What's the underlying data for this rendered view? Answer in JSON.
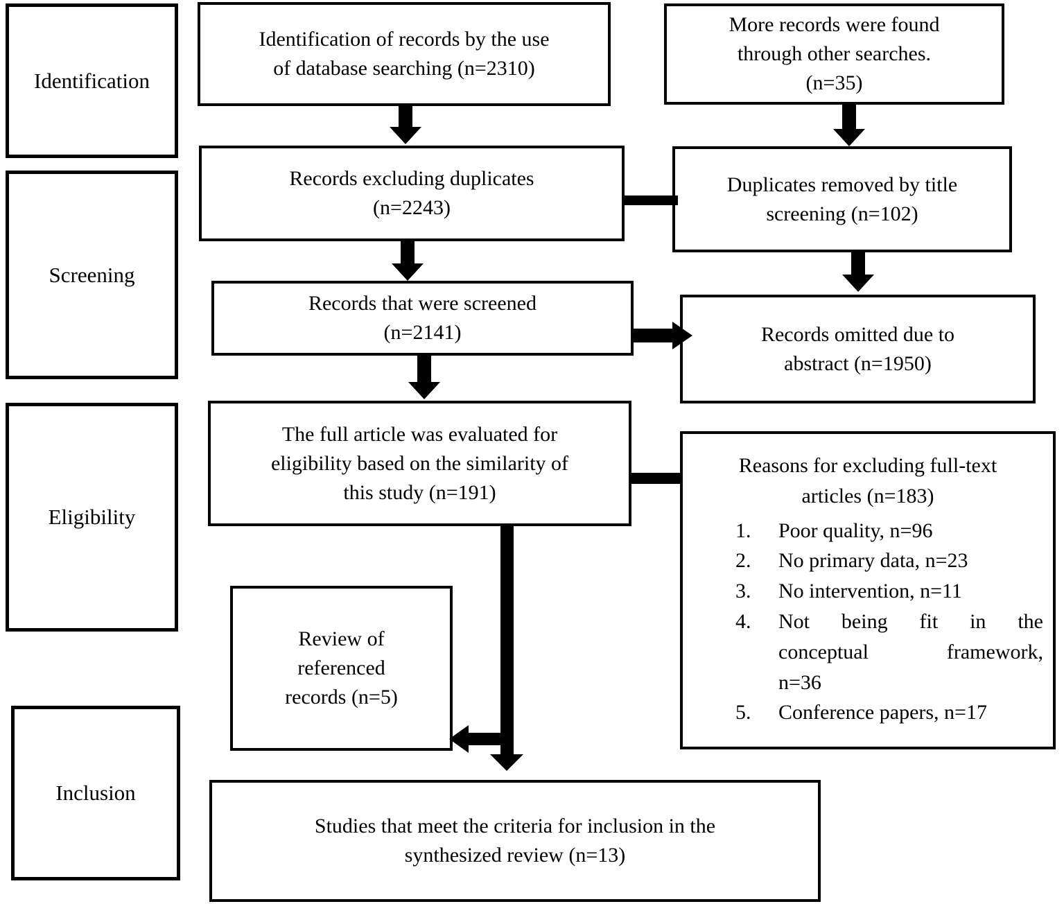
{
  "diagram": {
    "stages": [
      {
        "label": "Identification"
      },
      {
        "label": "Screening"
      },
      {
        "label": "Eligibility"
      },
      {
        "label": "Inclusion"
      }
    ],
    "boxes": {
      "db_search": "Identification of records by the use\nof database searching (n=2310)",
      "other_searches": "More records were found\nthrough other searches.\n(n=35)",
      "excluding_duplicates": "Records excluding duplicates\n(n=2243)",
      "duplicates_removed": "Duplicates removed by title\nscreening (n=102)",
      "screened": "Records that were screened\n(n=2141)",
      "omitted_abstract": "Records omitted due to\nabstract (n=1950)",
      "full_article": "The full article was evaluated for\neligibility based on the similarity of\nthis study (n=191)",
      "review_referenced": "Review of\nreferenced\nrecords (n=5)",
      "included": "Studies that meet the criteria for inclusion in the\nsynthesized review (n=13)"
    },
    "reasons": {
      "title": "Reasons for excluding full-text\narticles (n=183)",
      "items": [
        {
          "num": "1.",
          "text": "Poor quality, n=96"
        },
        {
          "num": "2.",
          "text": "No primary data, n=23"
        },
        {
          "num": "3.",
          "text": "No intervention, n=11"
        },
        {
          "num": "4.",
          "lines": [
            "Not being fit in the",
            "conceptual framework,",
            "n=36"
          ]
        },
        {
          "num": "5.",
          "text": "Conference papers, n=17"
        }
      ]
    },
    "colors": {
      "ink": "#000000",
      "background": "#ffffff"
    }
  }
}
